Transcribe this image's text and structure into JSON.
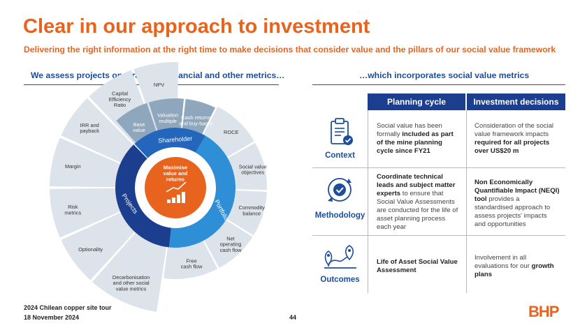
{
  "title": "Clear in our approach to investment",
  "subtitle": "Delivering the right information at the right time to make decisions that consider value and the pillars of our social value framework",
  "left_heading": "We assess projects on a range of financial and other metrics…",
  "right_heading": "…which incorporates social value metrics",
  "wheel": {
    "center": [
      "Maximise",
      "value and",
      "returns"
    ],
    "rings": {
      "shareholder": "Shareholder",
      "portfolio": "Portfolio",
      "projects": "Projects"
    },
    "top_segments": [
      {
        "id": "base-value",
        "lines": [
          "Base",
          "value"
        ]
      },
      {
        "id": "valuation-multiple",
        "lines": [
          "Valuation",
          "multiple"
        ]
      },
      {
        "id": "cash-returns",
        "lines": [
          "Cash returns",
          "and buy-backs"
        ]
      }
    ],
    "right_segments": [
      {
        "id": "roce",
        "lines": [
          "ROCE"
        ]
      },
      {
        "id": "social-value-objectives",
        "lines": [
          "Social value",
          "objectives"
        ]
      },
      {
        "id": "commodity-balance",
        "lines": [
          "Commodity",
          "balance"
        ]
      },
      {
        "id": "net-operating-cash-flow",
        "lines": [
          "Net",
          "operating",
          "cash flow"
        ]
      },
      {
        "id": "free-cash-flow",
        "lines": [
          "Free",
          "cash flow"
        ]
      }
    ],
    "left_segments": [
      {
        "id": "decarbonisation",
        "lines": [
          "Decarbonisation",
          "and other social",
          "value metrics"
        ]
      },
      {
        "id": "optionality",
        "lines": [
          "Optionality"
        ]
      },
      {
        "id": "risk-metrics",
        "lines": [
          "Risk",
          "metrics"
        ]
      },
      {
        "id": "margin",
        "lines": [
          "Margin"
        ]
      },
      {
        "id": "irr-payback",
        "lines": [
          "IRR and",
          "payback"
        ]
      },
      {
        "id": "capital-efficiency",
        "lines": [
          "Capital",
          "Efficiency",
          "Ratio"
        ]
      },
      {
        "id": "npv",
        "lines": [
          "NPV"
        ]
      }
    ]
  },
  "table": {
    "headers": [
      "Planning cycle",
      "Investment decisions"
    ],
    "rows": [
      {
        "label": "Context",
        "icon": "clipboard-check-icon",
        "planning": [
          {
            "t": "Social value has been formally ",
            "b": false
          },
          {
            "t": "included as part of the mine planning cycle since FY21",
            "b": true
          }
        ],
        "investment": [
          {
            "t": "Consideration of the social value framework impacts ",
            "b": false
          },
          {
            "t": "required for all projects over US$20 m",
            "b": true
          }
        ]
      },
      {
        "label": "Methodology",
        "icon": "cycle-check-icon",
        "planning": [
          {
            "t": "Coordinate technical leads and subject matter experts",
            "b": true
          },
          {
            "t": " to ensure that Social Value Assessments are conducted for the life of asset planning process each year",
            "b": false
          }
        ],
        "investment": [
          {
            "t": "Non Economically Quantifiable Impact (NEQI) tool",
            "b": true
          },
          {
            "t": " provides a standardised approach to assess projects' impacts and opportunities",
            "b": false
          }
        ]
      },
      {
        "label": "Outcomes",
        "icon": "route-pins-icon",
        "planning": [
          {
            "t": "Life of Asset Social Value Assessment",
            "b": true
          }
        ],
        "investment": [
          {
            "t": "Involvement in all evaluations for our ",
            "b": false
          },
          {
            "t": "growth plans",
            "b": true
          }
        ]
      }
    ]
  },
  "footer": {
    "line1": "2024 Chilean copper site tour",
    "line2": "18 November 2024",
    "page": "44",
    "logo": "BHP"
  },
  "colors": {
    "orange": "#e8641e",
    "navy": "#1b3f8e",
    "blue": "#2e8fd6",
    "grey": "#dde3ea",
    "top_grey": "#8fa7bd"
  }
}
